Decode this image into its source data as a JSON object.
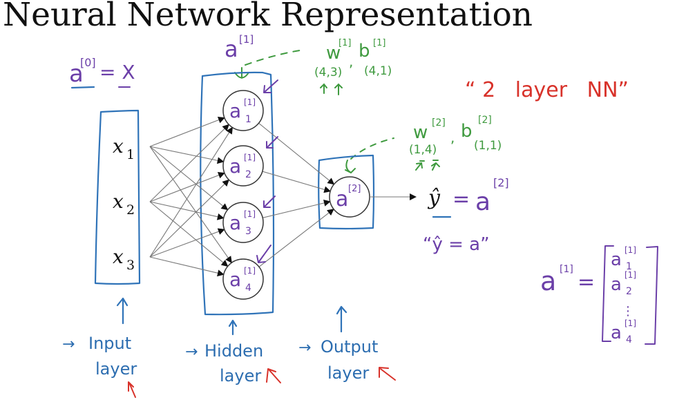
{
  "title": "Neural Network Representation",
  "colors": {
    "purple": "#6b3fa8",
    "green": "#3f9a3f",
    "red": "#d8322a",
    "blue": "#2c6db0",
    "black": "#111111"
  },
  "annotations": {
    "a0_equals_x": {
      "base": "a",
      "sup": "[0]",
      "rhs": "= X"
    },
    "a1_top": {
      "base": "a",
      "sup": "[1]"
    },
    "w1_b1": {
      "w": "w",
      "w_sup": "[1]",
      "comma": ",",
      "b": "b",
      "b_sup": "[1]",
      "w_shape": "(4,3)",
      "b_shape": "(4,1)"
    },
    "w2_b2": {
      "w": "w",
      "w_sup": "[2]",
      "comma": ",",
      "b": "b",
      "b_sup": "[2]",
      "w_shape": "(1,4)",
      "b_shape": "(1,1)"
    },
    "two_layer_nn": "“ 2   layer   NN”",
    "yhat_eq": {
      "lhs": "ŷ",
      "eq": "=",
      "rhs": "a",
      "rhs_sup": "[2]"
    },
    "yhat_quote": "“ŷ = a”",
    "vector": {
      "lhs": "a",
      "lhs_sup": "[1]",
      "eq": "=",
      "entries": [
        {
          "base": "a",
          "sup": "[1]",
          "sub": "1"
        },
        {
          "base": "a",
          "sup": "[1]",
          "sub": "2"
        },
        {
          "base": "⋮",
          "sup": "",
          "sub": ""
        },
        {
          "base": "a",
          "sup": "[1]",
          "sub": "4"
        }
      ]
    }
  },
  "network": {
    "inputs": [
      {
        "label": "x",
        "sub": "1"
      },
      {
        "label": "x",
        "sub": "2"
      },
      {
        "label": "x",
        "sub": "3"
      }
    ],
    "hidden": [
      {
        "label": "a",
        "sup": "[1]",
        "sub": "1"
      },
      {
        "label": "a",
        "sup": "[1]",
        "sub": "2"
      },
      {
        "label": "a",
        "sup": "[1]",
        "sub": "3"
      },
      {
        "label": "a",
        "sup": "[1]",
        "sub": "4"
      }
    ],
    "output": {
      "label": "a",
      "sup": "[2]"
    }
  },
  "layer_labels": [
    {
      "arrow": "→",
      "line1": "Input",
      "line2": "layer"
    },
    {
      "arrow": "→",
      "line1": "Hidden",
      "line2": "layer"
    },
    {
      "arrow": "→",
      "line1": "Output",
      "line2": "layer"
    }
  ]
}
